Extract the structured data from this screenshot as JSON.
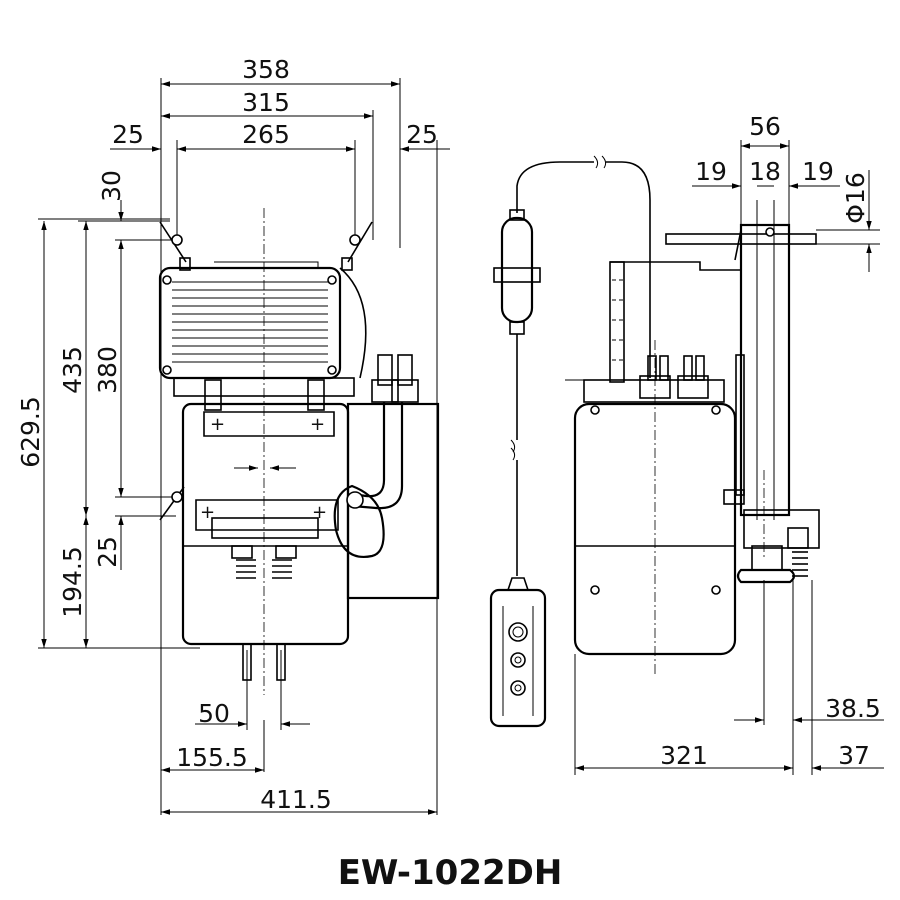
{
  "model": "EW-1022DH",
  "front_view": {
    "width_overall": "358",
    "width_mount": "315",
    "width_holes": "265",
    "offset_left": "25",
    "offset_right": "25",
    "hole_offset": "30",
    "height_total": "629.5",
    "height_motor": "435",
    "height_holes": "380",
    "height_bottom": "194.5",
    "height_small": "25",
    "width_legs": "50",
    "width_leg_offset": "155.5",
    "width_total": "411.5"
  },
  "side_view": {
    "width_bracket": "56",
    "bracket_left": "19",
    "bracket_mid": "18",
    "bracket_right": "19",
    "shaft_diameter": "Φ16",
    "depth": "321",
    "offset_a": "38.5",
    "offset_b": "37"
  }
}
